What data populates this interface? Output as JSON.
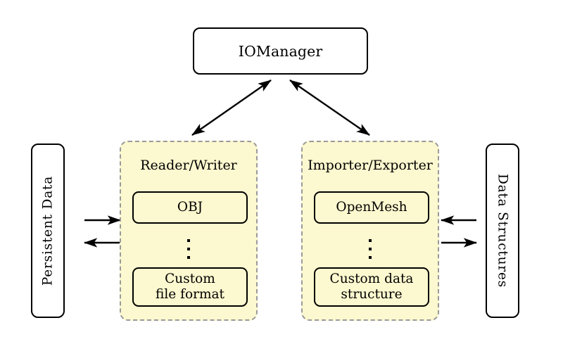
{
  "diagram": {
    "type": "block-diagram",
    "title_node": {
      "label": "IOManager"
    },
    "left_store": {
      "label": "Persistent Data",
      "orientation": "vertical-up"
    },
    "right_store": {
      "label": "Data Structures",
      "orientation": "vertical-down"
    },
    "panels": [
      {
        "id": "reader-writer",
        "title": "Reader/Writer",
        "items": [
          {
            "label": "OBJ"
          },
          {
            "label": "⋮",
            "kind": "ellipsis"
          },
          {
            "label": "Custom\nfile format",
            "line1": "Custom",
            "line2": "file format"
          }
        ]
      },
      {
        "id": "importer-exporter",
        "title": "Importer/Exporter",
        "items": [
          {
            "label": "OpenMesh"
          },
          {
            "label": "⋮",
            "kind": "ellipsis"
          },
          {
            "label": "Custom data\nstructure",
            "line1": "Custom data",
            "line2": "structure"
          }
        ]
      }
    ],
    "connections": [
      {
        "from": "reader-writer",
        "to": "IOManager",
        "style": "double-headed-diagonal"
      },
      {
        "from": "importer-exporter",
        "to": "IOManager",
        "style": "double-headed-diagonal"
      },
      {
        "from": "Persistent Data",
        "to": "Reader/Writer",
        "style": "single-arrow-right"
      },
      {
        "from": "Reader/Writer",
        "to": "Persistent Data",
        "style": "single-arrow-left"
      },
      {
        "from": "Data Structures",
        "to": "Importer/Exporter",
        "style": "single-arrow-left"
      },
      {
        "from": "Importer/Exporter",
        "to": "Data Structures",
        "style": "single-arrow-right"
      }
    ],
    "colors": {
      "panel_fill": "#fcf8cf",
      "panel_border": "#9a9a9a",
      "node_border": "#000000",
      "node_fill": "#ffffff",
      "arrow": "#000000",
      "background": "#ffffff"
    }
  }
}
